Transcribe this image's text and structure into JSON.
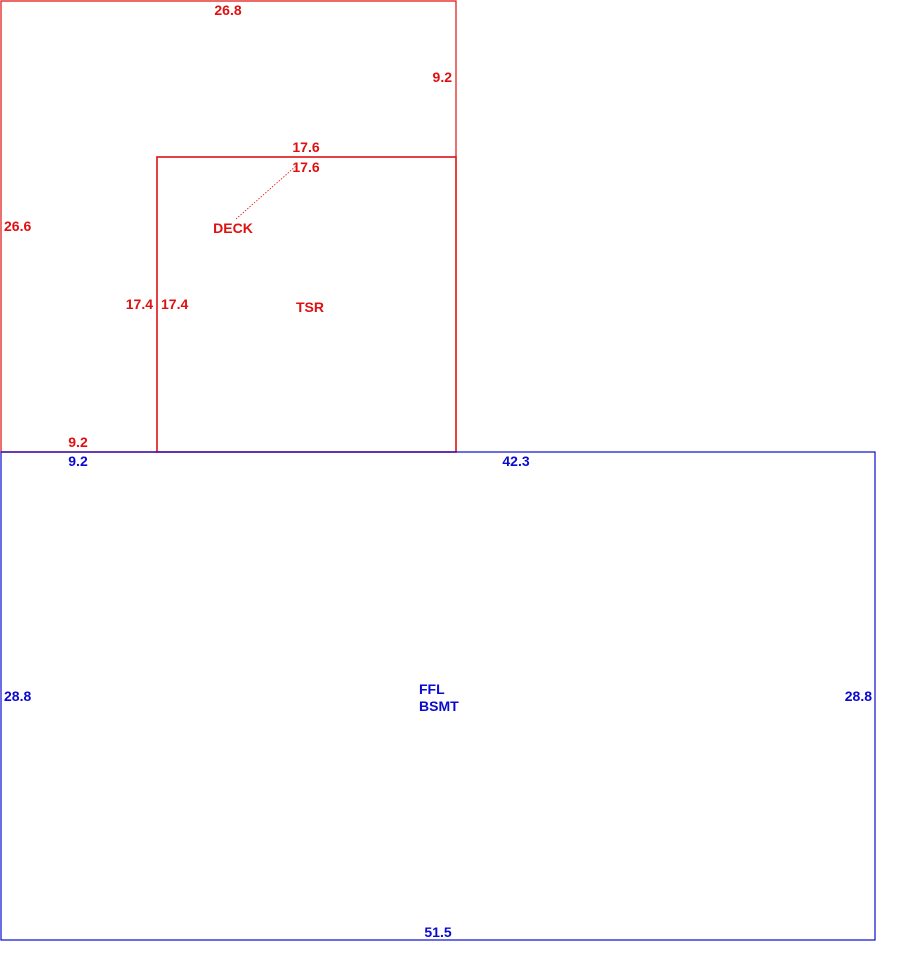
{
  "colors": {
    "upper_level": "#e01010",
    "lower_level": "#0a0ad0"
  },
  "upper": {
    "deck_top": "26.8",
    "deck_right_upper": "9.2",
    "deck_left": "26.6",
    "deck_inner_left": "17.4",
    "deck_bottom": "9.2",
    "deck_label": "DECK",
    "tsr_top_outer": "17.6",
    "tsr_top_inner": "17.6",
    "tsr_left": "17.4",
    "tsr_label": "TSR"
  },
  "lower": {
    "top_left": "9.2",
    "top_right": "42.3",
    "left": "28.8",
    "right": "28.8",
    "bottom": "51.5",
    "label_line1": "FFL",
    "label_line2": "BSMT"
  }
}
